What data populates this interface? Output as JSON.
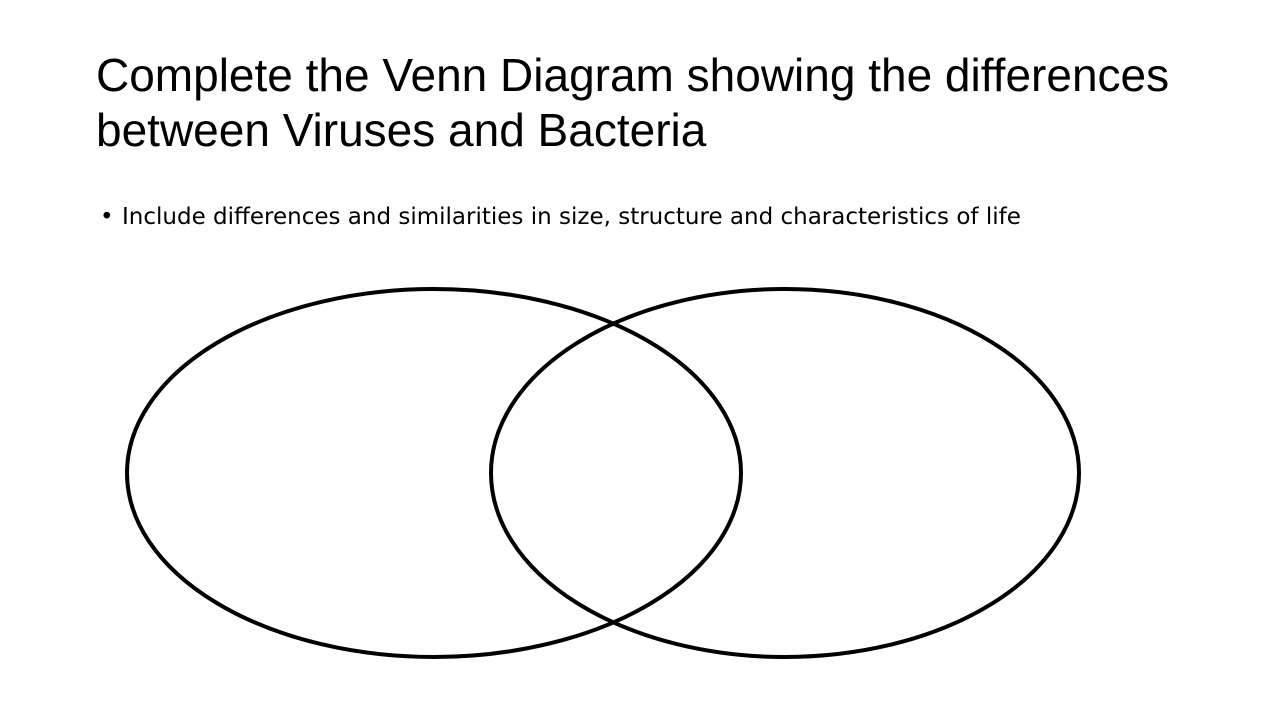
{
  "slide": {
    "title": "Complete the Venn Diagram showing the differences between Viruses and Bacteria",
    "bullets": [
      "Include differences and similarities in size, structure and characteristics of life"
    ]
  },
  "diagram": {
    "type": "venn",
    "sets": 2,
    "stroke_color": "#000000"
  }
}
